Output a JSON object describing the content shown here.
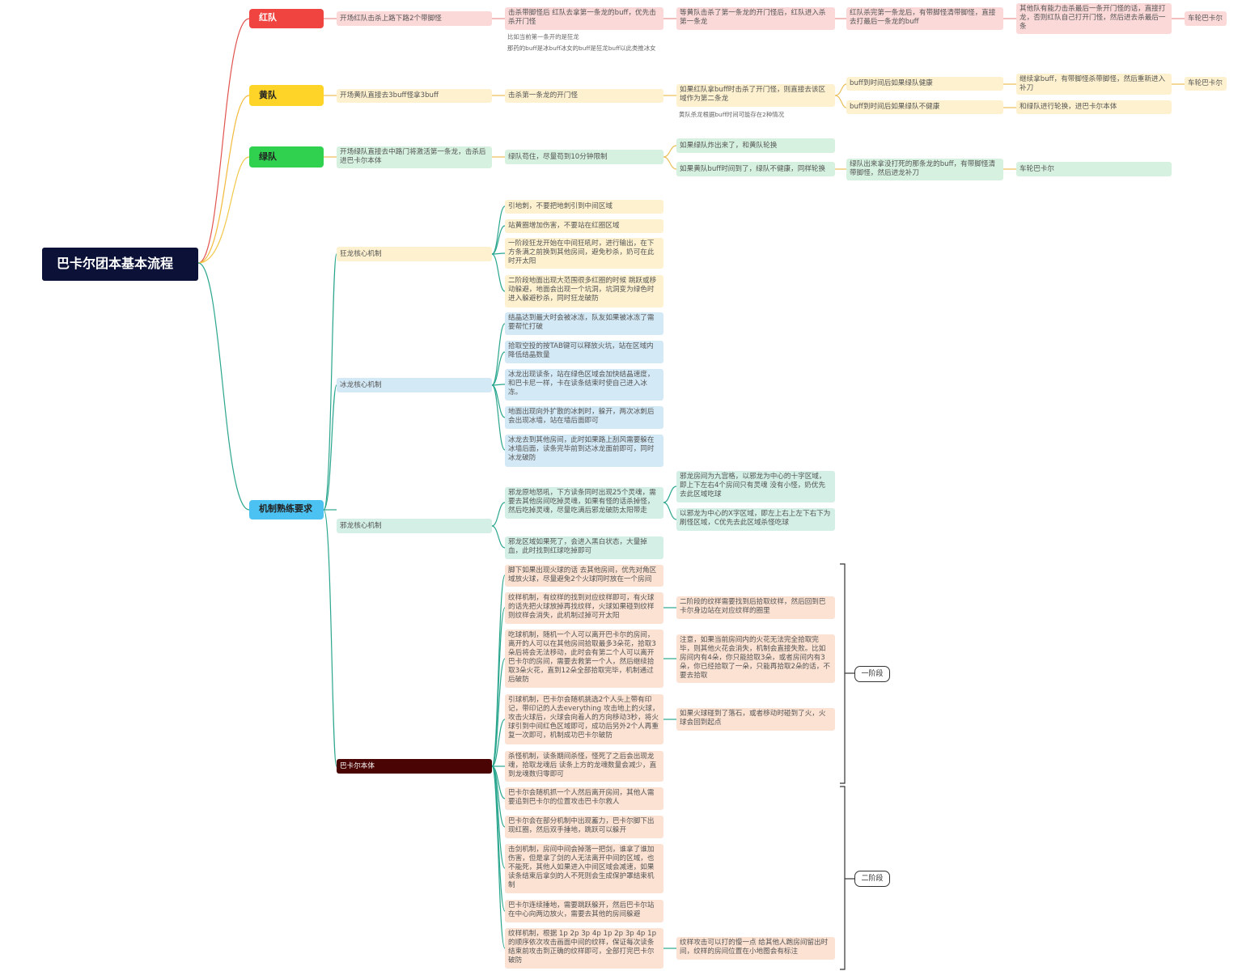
{
  "root": "巴卡尔团本基本流程",
  "teams": {
    "red": {
      "label": "红队",
      "color": "#f04440",
      "steps": [
        "开场红队击杀上路下路2个带脚怪",
        "击杀带脚怪后 红队去拿第一条龙的buff，优先击杀开门怪",
        "等黄队击杀了第一条龙的开门怪后，红队进入杀第一条龙",
        "红队杀完第一条龙后，有带脚怪清带脚怪，直接去打最后一条龙的buff",
        "其他队有能力击杀最后一条开门怪的话，直接打龙，否则红队自己打开门怪，然后进去杀最后一条",
        "车轮巴卡尔"
      ],
      "notes": [
        "比如当前第一条开的是狂龙",
        "那药的buff是冰buff冰女的buff是狂龙buff以此类推冰女"
      ]
    },
    "yellow": {
      "label": "黄队",
      "color": "#ffd429",
      "steps": [
        "开场黄队直接去3buff怪拿3buff",
        "击杀第一条龙的开门怪",
        "如果红队拿buff时击杀了开门怪，则直接去该区域作为第二条龙",
        "buff到时间后如果绿队健康",
        "继续拿buff，有带脚怪杀带脚怪，然后重新进入补刀",
        "车轮巴卡尔",
        "buff到时间后如果绿队不健康",
        "和绿队进行轮换，进巴卡尔本体"
      ],
      "note": "黄队杀龙根据buff时间可能存在2种情况"
    },
    "green": {
      "label": "绿队",
      "color": "#2fd14f",
      "steps": [
        "开场绿队直接去中路门将激活第一条龙，击杀后进巴卡尔本体",
        "绿队苟住，尽量苟到10分钟限制",
        "如果绿队炸出来了，和黄队轮换",
        "如果黄队buff时间到了，绿队不健康，同样轮换",
        "绿队出来拿没打死的那条龙的buff，有带脚怪清带脚怪，然后进龙补刀",
        "车轮巴卡尔"
      ]
    }
  },
  "mechanics": {
    "label": "机制熟练要求",
    "color": "#4bc2f2",
    "mad": {
      "label": "狂龙核心机制",
      "items": [
        "引地刺，不要把地刺引到中间区域",
        "站黄圈增加伤害，不要站在红圈区域",
        "一阶段狂龙开始在中间狂吼时，进行输出，在下方条满之前换到其他房间，避免秒杀，奶可在此时开太阳",
        "二阶段地面出现大范围很多红圈的时候 跳跃或移动躲避，地面会出现一个坑洞，坑洞变为绿色时进入躲避秒杀，同时狂龙破防"
      ]
    },
    "ice": {
      "label": "冰龙核心机制",
      "items": [
        "结晶达到最大时会被冰冻，队友如果被冰冻了需要帮忙打破",
        "拾取空投的按TAB键可以释放火坑，站在区域内降低结晶数量",
        "冰龙出现读条，站在绿色区域会加快结晶速度，和巴卡尼一样，卡在读条结束时使自己进入冰冻。",
        "地面出现向外扩散的冰刺时，躲开，两次冰刺后会出现冰墙，站在墙后面即可",
        "冰龙去到其他房间，此时如果路上刮风需要躲在冰墙后面，读条完毕前到达冰龙面前即可，同时冰龙破防"
      ]
    },
    "evil": {
      "label": "邪龙核心机制",
      "items": [
        "邪龙原地怒吼，下方读条同时出现25个灵魂，需要去其他房间吃掉灵魂，如果有怪的话杀掉怪，然后吃掉灵魂，尽量吃满后邪龙破防太阳带走",
        "邪龙区域如果死了，会进入黑白状态，大量掉血，此时找到红球吃掉即可"
      ],
      "subs": [
        "邪龙房间为九宫格，以邪龙为中心的十字区域，即上下左右4个房间只有灵魂 没有小怪，奶优先去此区域吃球",
        "以邪龙为中心的X字区域，即左上右上左下右下为刷怪区域，C优先去此区域杀怪吃球"
      ]
    },
    "bakal": {
      "label": "巴卡尔本体",
      "color": "#4a0404",
      "items": [
        "脚下如果出现火球的话 去其他房间，优先对角区域放火球，尽量避免2个火球同时放在一个房间",
        "纹样机制，有纹样的找到对应纹样即可，有火球的话先把火球放掉再找纹样，火球如果碰到纹样则纹样会消失，此机制过掉可开太阳",
        "吃球机制，随机一个人可以离开巴卡尔的房间，离开的人可以在其他房间拾取最多3朵花，拾取3朵后将会无法移动，此时会有第二个人可以离开巴卡尔的房间，需要去救第一个人，然后继续拾取3朵火花，直到12朵全部拾取完毕，机制通过后破防",
        "引球机制，巴卡尔会随机挑选2个人头上带有印记，带印记的人去everything 攻击地上的火球，攻击火球后，火球会向着人的方向移动3秒，将火球引到中间红色区域即可，成功后另外2个人再重复一次即可，机制成功巴卡尔破防",
        "杀怪机制，读条期间杀怪，怪死了之后会出现龙魂，拾取龙魂后 读条上方的龙魂数量会减少，直到龙魂数归零即可",
        "巴卡尔会随机抓一个人然后离开房间，其他人需要追到巴卡尔的位置攻击巴卡尔救人",
        "巴卡尔会在部分机制中出现蓄力，巴卡尔脚下出现红圈，然后双手捶地，跳跃可以躲开",
        "击剑机制，房间中间会掉落一把剑，谁拿了谁加伤害，但是拿了剑的人无法离开中间的区域，也不能死，其他人如果进入中间区域会减速，如果读条结束后拿剑的人不死则会生成保护罩结束机制",
        "巴卡尔连续捶地，需要跳跃躲开，然后巴卡尔站在中心向两边放火，需要去其他的房间躲避",
        "纹样机制，根据 1p 2p 3p 4p 1p 2p 3p 4p 1p的顺序依次攻击画面中间的纹样，保证每次读条结束前攻击到正确的纹样即可，全部打完巴卡尔破防"
      ],
      "subs": [
        "二阶段的纹样需要找到后拾取纹样，然后回到巴卡尔身边站在对应纹样的圈里",
        "注意，如果当前房间内的火花无法完全拾取完毕，则其他火花会消失，机制会直接失败。比如房间内有4朵，你只能拾取3朵，或者房间内有3朵，你已经拾取了一朵，只能再拾取2朵的话，不要去拾取",
        "如果火球碰到了落石，或者移动时碰到了火，火球会回到起点",
        "纹样攻击可以打的慢一点 给其他人跑房间留出时间，纹样的房间位置在小地图会有标注"
      ]
    },
    "stages": [
      "一阶段",
      "二阶段"
    ]
  }
}
